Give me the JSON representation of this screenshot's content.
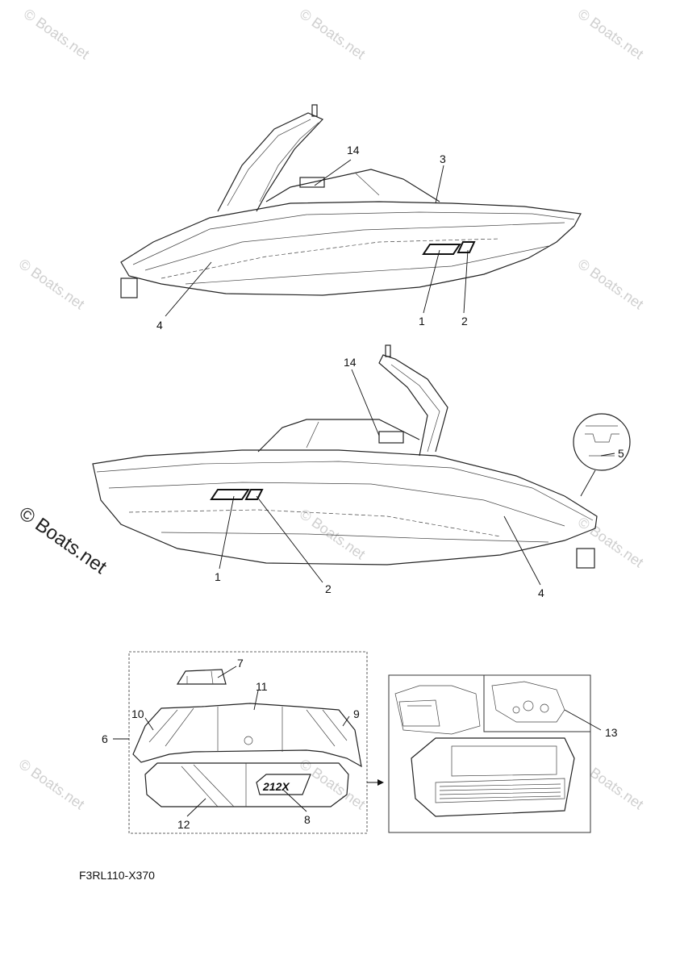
{
  "watermark": "© Boats.net",
  "diagram_code": "F3RL110-X370",
  "mat_logo_text": "212X",
  "callouts": {
    "top": [
      {
        "id": "top-14",
        "label": "14"
      },
      {
        "id": "top-3",
        "label": "3"
      },
      {
        "id": "top-1",
        "label": "1"
      },
      {
        "id": "top-2",
        "label": "2"
      },
      {
        "id": "top-4",
        "label": "4"
      }
    ],
    "middle": [
      {
        "id": "mid-14",
        "label": "14"
      },
      {
        "id": "mid-5",
        "label": "5"
      },
      {
        "id": "mid-1",
        "label": "1"
      },
      {
        "id": "mid-2",
        "label": "2"
      },
      {
        "id": "mid-4",
        "label": "4"
      }
    ],
    "bottom": [
      {
        "id": "bot-7",
        "label": "7"
      },
      {
        "id": "bot-11",
        "label": "11"
      },
      {
        "id": "bot-10",
        "label": "10"
      },
      {
        "id": "bot-9",
        "label": "9"
      },
      {
        "id": "bot-6",
        "label": "6"
      },
      {
        "id": "bot-12",
        "label": "12"
      },
      {
        "id": "bot-8",
        "label": "8"
      },
      {
        "id": "bot-13",
        "label": "13"
      }
    ]
  }
}
